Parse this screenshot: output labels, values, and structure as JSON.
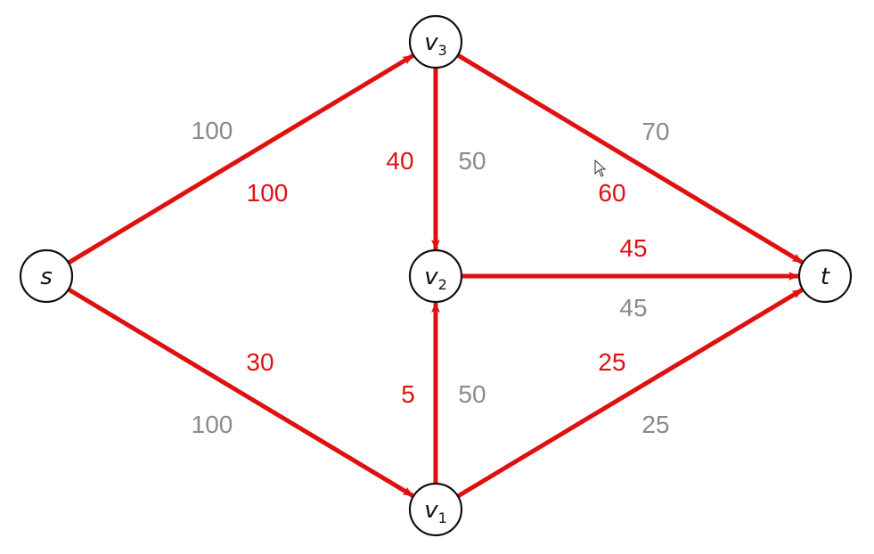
{
  "colors": {
    "flow": "#e01010",
    "capacity": "#8a8a8a",
    "node_stroke": "#111111",
    "background": "#ffffff"
  },
  "nodes": [
    {
      "id": "s",
      "label": "s",
      "sub": ""
    },
    {
      "id": "v1",
      "label": "v",
      "sub": "1"
    },
    {
      "id": "v2",
      "label": "v",
      "sub": "2"
    },
    {
      "id": "v3",
      "label": "v",
      "sub": "3"
    },
    {
      "id": "t",
      "label": "t",
      "sub": ""
    }
  ],
  "edges": [
    {
      "id": "s-v3",
      "from": "s",
      "to": "v3",
      "flow": "100",
      "capacity": "100"
    },
    {
      "id": "s-v1",
      "from": "s",
      "to": "v1",
      "flow": "30",
      "capacity": "100"
    },
    {
      "id": "v3-v2",
      "from": "v3",
      "to": "v2",
      "flow": "40",
      "capacity": "50"
    },
    {
      "id": "v1-v2",
      "from": "v1",
      "to": "v2",
      "flow": "5",
      "capacity": "50"
    },
    {
      "id": "v3-t",
      "from": "v3",
      "to": "t",
      "flow": "60",
      "capacity": "70"
    },
    {
      "id": "v2-t",
      "from": "v2",
      "to": "t",
      "flow": "45",
      "capacity": "45"
    },
    {
      "id": "v1-t",
      "from": "v1",
      "to": "t",
      "flow": "25",
      "capacity": "25"
    }
  ]
}
